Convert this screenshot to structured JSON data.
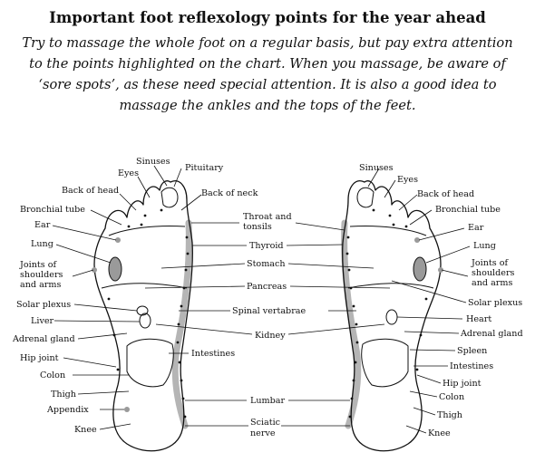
{
  "heading": "Important foot reflexology points for the year ahead",
  "intro": "Try to massage the whole foot on a regular basis, but pay extra attention to the points highlighted on the chart. When you massage, be aware of ‘sore spots’, as these need special attention. It is also a good idea to massage the ankles and the tops of the feet.",
  "left_foot_labels": {
    "sinuses": "Sinuses",
    "eyes": "Eyes",
    "pituitary": "Pituitary",
    "back_of_head": "Back of head",
    "back_of_neck": "Back of neck",
    "bronchial_tube": "Bronchial tube",
    "ear": "Ear",
    "lung": "Lung",
    "joints_1": "Joints of",
    "joints_2": "shoulders",
    "joints_3": "and arms",
    "solar_plexus": "Solar plexus",
    "liver": "Liver",
    "adrenal_gland": "Adrenal gland",
    "hip_joint": "Hip joint",
    "colon": "Colon",
    "thigh": "Thigh",
    "appendix": "Appendix",
    "knee": "Knee"
  },
  "center_labels": {
    "throat_1": "Throat and",
    "throat_2": "tonsils",
    "thyroid": "Thyroid",
    "stomach": "Stomach",
    "pancreas": "Pancreas",
    "spinal": "Spinal vertabrae",
    "kidney": "Kidney",
    "intestines": "Intestines",
    "lumbar": "Lumbar",
    "sciatic_1": "Sciatic",
    "sciatic_2": "nerve"
  },
  "right_foot_labels": {
    "sinuses": "Sinuses",
    "eyes": "Eyes",
    "back_of_head": "Back of head",
    "bronchial_tube": "Bronchial tube",
    "ear": "Ear",
    "lung": "Lung",
    "joints_1": "Joints of",
    "joints_2": "shoulders",
    "joints_3": "and arms",
    "solar_plexus": "Solar plexus",
    "heart": "Heart",
    "adrenal_gland": "Adrenal gland",
    "spleen": "Spleen",
    "intestines": "Intestines",
    "hip_joint": "Hip joint",
    "colon": "Colon",
    "thigh": "Thigh",
    "knee": "Knee"
  }
}
